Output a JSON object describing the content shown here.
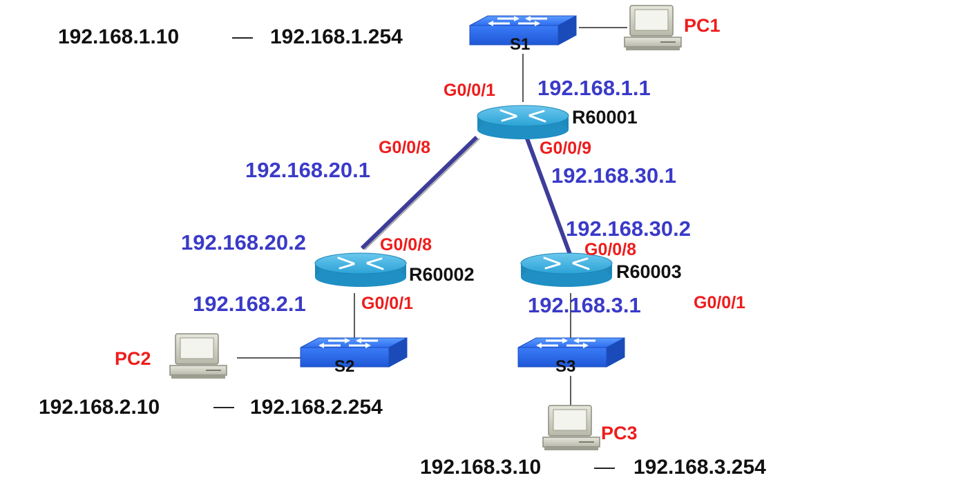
{
  "colors": {
    "port_label": "#ee1c1c",
    "ip_label": "#3a3ac8",
    "text": "#111111",
    "switch": "#2f6df0",
    "router": "#2ba3d6",
    "trunk_link": "#3d3d99"
  },
  "switches": {
    "s1": {
      "name": "S1"
    },
    "s2": {
      "name": "S2"
    },
    "s3": {
      "name": "S3"
    }
  },
  "routers": {
    "r1": {
      "name": "R60001"
    },
    "r2": {
      "name": "R60002"
    },
    "r3": {
      "name": "R60003"
    }
  },
  "pcs": {
    "pc1": {
      "name": "PC1"
    },
    "pc2": {
      "name": "PC2"
    },
    "pc3": {
      "name": "PC3"
    }
  },
  "ranges": {
    "lan1": {
      "start": "192.168.1.10",
      "end": "192.168.1.254"
    },
    "lan2": {
      "start": "192.168.2.10",
      "end": "192.168.2.254"
    },
    "lan3": {
      "start": "192.168.3.10",
      "end": "192.168.3.254"
    }
  },
  "interfaces": {
    "r1_g001": {
      "port": "G0/0/1",
      "ip": "192.168.1.1"
    },
    "r1_g008": {
      "port": "G0/0/8",
      "ip": "192.168.20.1"
    },
    "r1_g009": {
      "port": "G0/0/9",
      "ip": "192.168.30.1"
    },
    "r2_g008": {
      "port": "G0/0/8",
      "ip": "192.168.20.2"
    },
    "r2_g001": {
      "port": "G0/0/1",
      "ip": "192.168.2.1"
    },
    "r3_g008": {
      "port": "G0/0/8",
      "ip": "192.168.30.2"
    },
    "r3_g001": {
      "port": "G0/0/1",
      "ip": "192.168.3.1"
    }
  }
}
